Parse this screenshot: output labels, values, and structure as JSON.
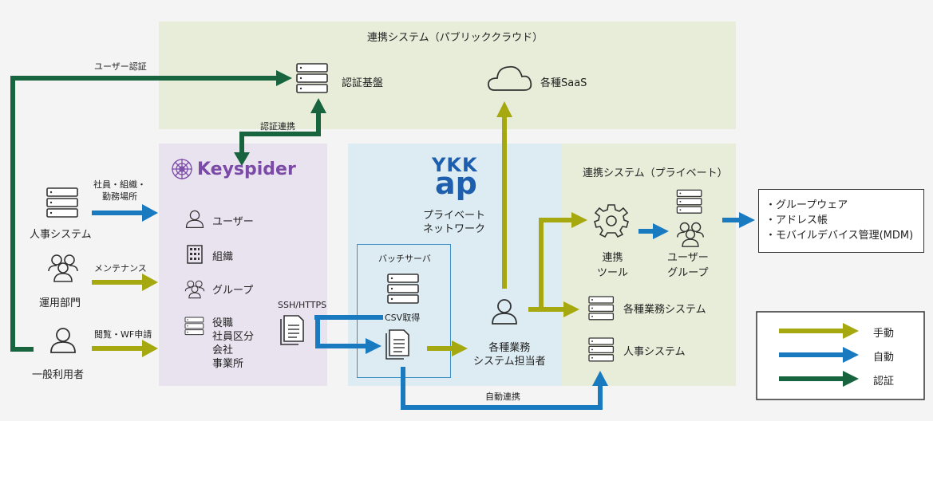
{
  "public_cloud": {
    "title": "連携システム（パブリッククラウド）",
    "auth_base": "認証基盤",
    "saas": "各種SaaS"
  },
  "private_system": {
    "title": "連携システム（プライベート）",
    "tool": "連携\nツール",
    "user_group": "ユーザー\nグループ",
    "business_systems": "各種業務システム",
    "hr_system": "人事システム"
  },
  "keyspider": {
    "logo": "Keyspider",
    "items": [
      "ユーザー",
      "組織",
      "グループ",
      "役職\n社員区分\n会社\n事業所"
    ]
  },
  "ykk": {
    "logo_top": "YKK",
    "logo_bottom": "ap",
    "network": "プライベート\nネットワーク"
  },
  "batch": {
    "title": "バッチサーバ",
    "csv": "CSV取得"
  },
  "left": {
    "hr": "人事システム",
    "ops": "運用部門",
    "user": "一般利用者"
  },
  "labels": {
    "user_auth": "ユーザー認証",
    "auth_link": "認証連携",
    "hr_data": "社員・組織・\n勤務場所",
    "maintenance": "メンテナンス",
    "view_apply": "閲覧・WF申請",
    "ssh": "SSH/HTTPS",
    "staff": "各種業務\nシステム担当者",
    "auto_link": "自動連携"
  },
  "output": {
    "items": [
      "・グループウェア",
      "・アドレス帳",
      "・モバイルデバイス管理(MDM)"
    ]
  },
  "legend": [
    {
      "label": "手動",
      "color": "#a5a80f"
    },
    {
      "label": "自動",
      "color": "#1a7abf"
    },
    {
      "label": "認証",
      "color": "#17643f"
    }
  ],
  "colors": {
    "manual": "#a5a80f",
    "auto": "#1a7abf",
    "auth": "#17643f"
  },
  "icons": [
    "server-icon",
    "cloud-icon",
    "gear-icon",
    "people-icon",
    "person-icon",
    "building-icon",
    "document-icon"
  ]
}
